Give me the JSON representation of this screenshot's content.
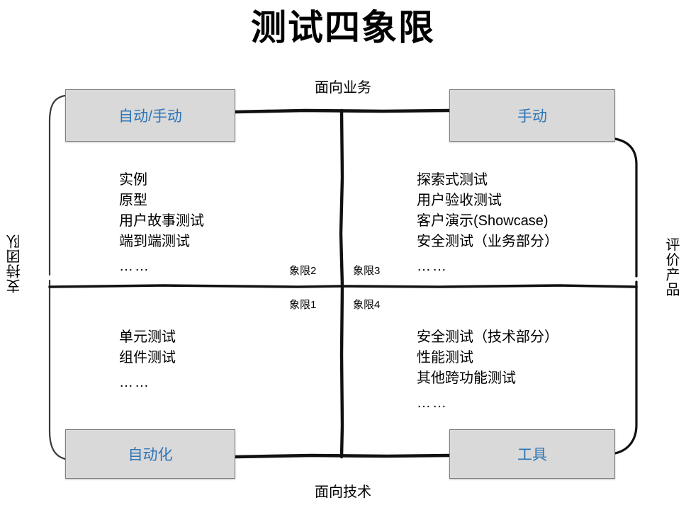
{
  "title": "测试四象限",
  "axes": {
    "top": "面向业务",
    "bottom": "面向技术",
    "left": "支持团队",
    "right": "评价产品"
  },
  "corner_boxes": {
    "top_left": "自动/手动",
    "top_right": "手动",
    "bottom_left": "自动化",
    "bottom_right": "工具"
  },
  "quadrant_tags": {
    "q1": "象限1",
    "q2": "象限2",
    "q3": "象限3",
    "q4": "象限4"
  },
  "quadrants": {
    "q2": {
      "items": [
        "实例",
        "原型",
        "用户故事测试",
        "端到端测试"
      ],
      "more": "……"
    },
    "q3": {
      "items": [
        "探索式测试",
        "用户验收测试",
        "客户演示(Showcase)",
        "安全测试（业务部分）"
      ],
      "more": "……"
    },
    "q1": {
      "items": [
        "单元测试",
        "组件测试"
      ],
      "more": "……"
    },
    "q4": {
      "items": [
        "安全测试（技术部分）",
        "性能测试",
        "其他跨功能测试"
      ],
      "more": "……"
    }
  },
  "colors": {
    "box_fill": "#d9d9d9",
    "box_border": "#808080",
    "label_text": "#2e75b6",
    "line": "#1a1a1a",
    "text": "#000000"
  }
}
